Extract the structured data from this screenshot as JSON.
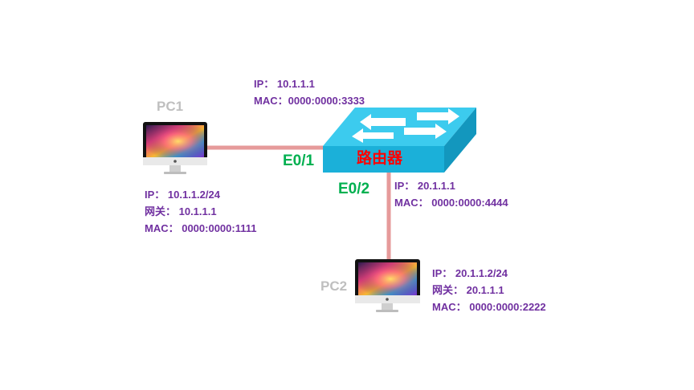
{
  "colors": {
    "link": "#E69A9A",
    "router_top": "#3CCBEE",
    "router_front": "#1BB0D9",
    "router_side": "#1397BE",
    "info_text": "#7030A0",
    "port_text": "#00B050",
    "router_text": "#FF0000",
    "pc_name_text": "#BFBFBF"
  },
  "router": {
    "name": "路由器",
    "icon": "router-icon",
    "ports": {
      "e01": "E0/1",
      "e02": "E0/2"
    },
    "e01_info": {
      "ip": "IP：  10.1.1.1",
      "mac": "MAC：0000:0000:3333"
    },
    "e02_info": {
      "ip": "IP：  20.1.1.1",
      "mac": "MAC：  0000:0000:4444"
    }
  },
  "pc1": {
    "name": "PC1",
    "icon": "monitor-icon",
    "ip": "IP：  10.1.1.2/24",
    "gateway": "网关：  10.1.1.1",
    "mac": "MAC：  0000:0000:1111"
  },
  "pc2": {
    "name": "PC2",
    "icon": "monitor-icon",
    "ip": "IP：  20.1.1.2/24",
    "gateway": "网关：  20.1.1.1",
    "mac": "MAC：  0000:0000:2222"
  }
}
